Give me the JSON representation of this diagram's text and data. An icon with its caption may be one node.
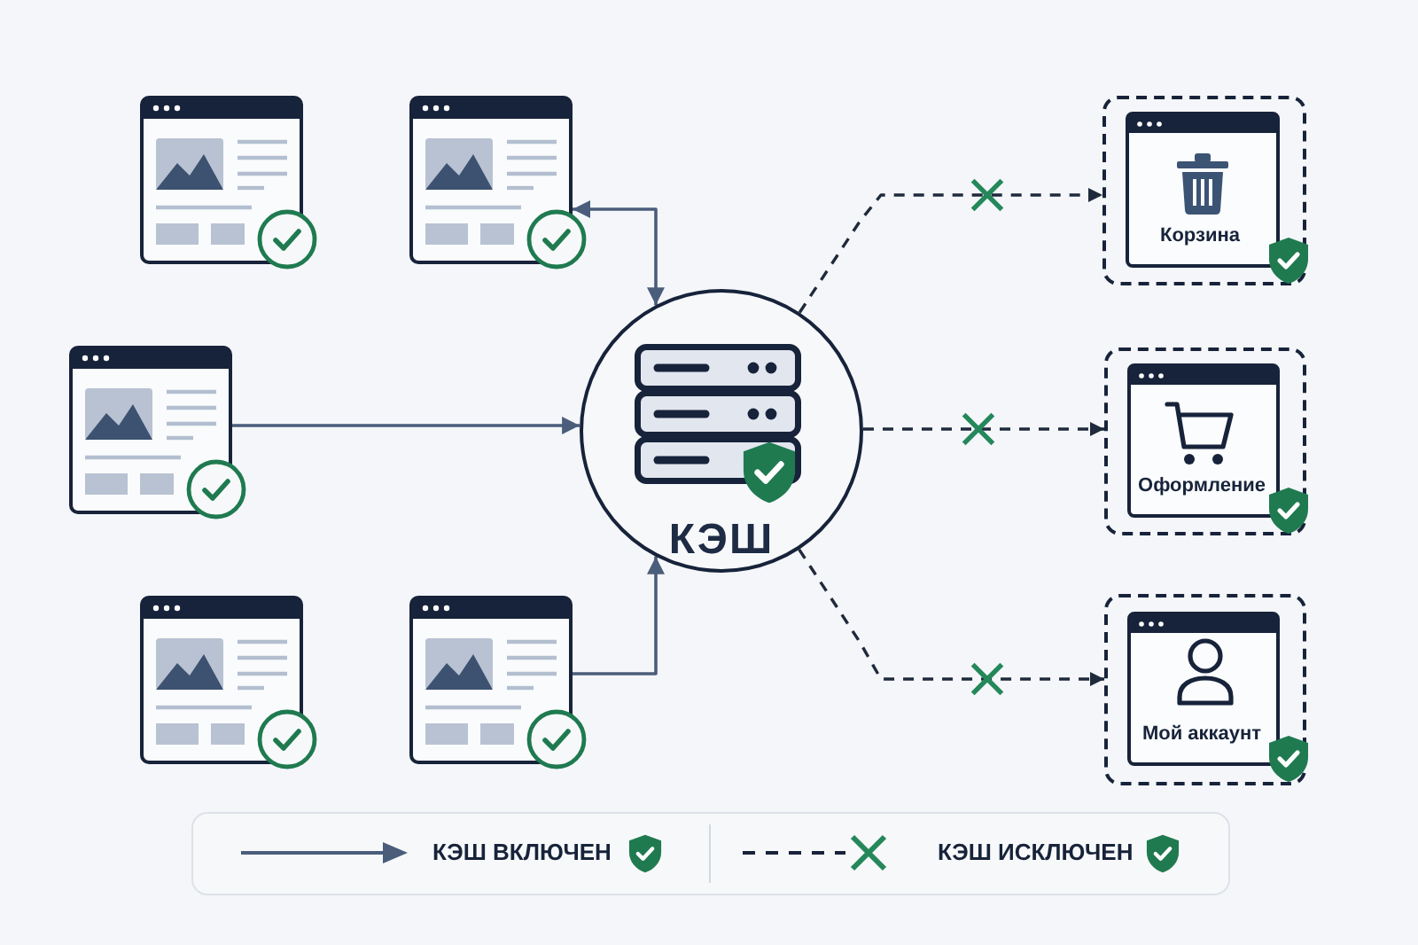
{
  "diagram": {
    "nodes": [
      {
        "text": [],
        "shape": "picture"
      },
      {
        "text": [],
        "shape": "picture"
      },
      {
        "text": [],
        "shape": "picture"
      },
      {
        "text": [],
        "shape": "picture"
      },
      {
        "text": [],
        "shape": "picture"
      },
      {
        "text": [
          "КЭШ"
        ]
      },
      {
        "text": [],
        "shape": "box"
      },
      {
        "text": [
          "Корзина"
        ],
        "in": 6
      },
      {
        "text": [],
        "shape": "box"
      },
      {
        "text": [
          "Оформление"
        ],
        "in": 8
      },
      {
        "text": [],
        "shape": "box"
      },
      {
        "text": [
          "Мой аккаунт"
        ],
        "in": 10
      }
    ],
    "edges": [
      {
        "from": 1,
        "to": 5,
        "arrow": "both"
      },
      {
        "from": 2,
        "to": 5,
        "arrow": "to"
      },
      {
        "from": 4,
        "to": 5,
        "arrow": "to"
      },
      {
        "from": 5,
        "to": 6,
        "arrow": "to",
        "style": "dashed",
        "color": "#1f2a3c"
      },
      {
        "from": 5,
        "to": 8,
        "arrow": "to",
        "style": "dashed",
        "color": "#1f2a3c"
      },
      {
        "from": 5,
        "to": 10,
        "arrow": "to",
        "style": "dashed",
        "color": "#1f2a3c"
      }
    ],
    "legend": [
      {
        "text": "КЭШ ВКЛЮЧЕН"
      },
      {
        "text": "КЭШ ИСКЛЮЧЕН"
      }
    ]
  }
}
